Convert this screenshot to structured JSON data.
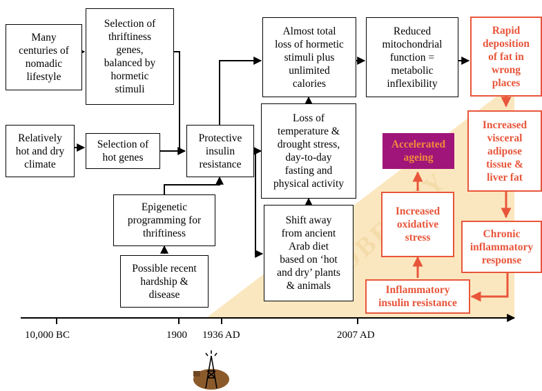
{
  "watermark": "OBESITY",
  "boxes": {
    "nomadic": "Many\ncenturies of\nnomadic\nlifestyle",
    "thriftiness_genes": "Selection of\nthriftiness\ngenes,\nbalanced by\nhormetic\nstimuli",
    "hot_dry_climate": "Relatively\nhot and dry\nclimate",
    "hot_genes": "Selection of\nhot genes",
    "insulin_resistance": "Protective\ninsulin\nresistance",
    "epigenetic": "Epigenetic\nprogramming for\nthriftiness",
    "hardship": "Possible recent\nhardship &\ndisease",
    "hormetic_loss": "Almost total\nloss of hormetic\nstimuli plus\nunlimited\ncalories",
    "mito": "Reduced\nmitochondrial\nfunction =\nmetabolic\ninflexibility",
    "temp_loss": "Loss of\ntemperature &\ndrought stress,\nday-to-day\nfasting and\nphysical activity",
    "diet_shift": "Shift away\nfrom ancient\nArab diet\nbased on ‘hot\nand dry’ plants\n& animals",
    "fat_deposition": "Rapid\ndeposition\nof fat in\nwrong\nplaces",
    "visceral": "Increased\nvisceral\nadipose\ntissue &\nliver fat",
    "chronic_inflammatory": "Chronic\ninflammatory\nresponse",
    "inflammatory_ir": "Inflammatory\ninsulin resistance",
    "oxidative": "Increased\noxidative\nstress",
    "ageing": "Accelerated\nageing"
  },
  "timeline": {
    "ticks": [
      "10,000 BC",
      "1900",
      "1936 AD",
      "2007 AD"
    ]
  },
  "colors": {
    "accent": "#e8553a",
    "ageing_bg": "#a0157a",
    "ageing_text": "#f08a3c",
    "watermark": "#fbe7bf"
  },
  "icons": [
    "oil-derrick-icon"
  ]
}
